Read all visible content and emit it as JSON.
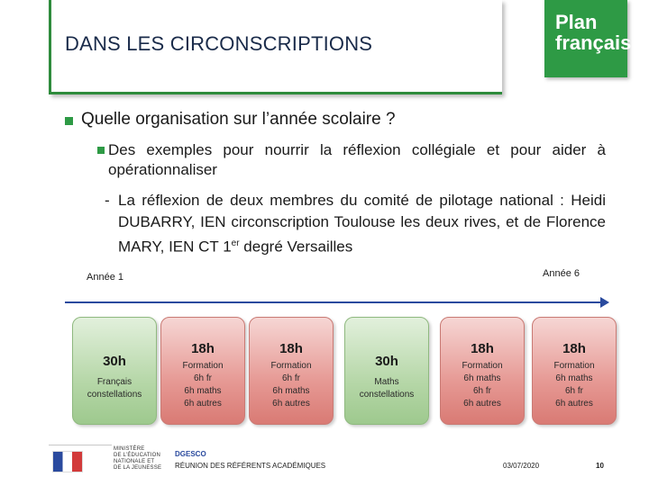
{
  "header": {
    "title": "DANS LES CIRCONSCRIPTIONS"
  },
  "logo": {
    "line1": "Plan",
    "line2": "français"
  },
  "bullets": {
    "level1": "Quelle organisation sur l’année scolaire ?",
    "level2": "Des exemples pour nourrir la réflexion collégiale et pour aider à opérationnaliser",
    "level3_text": "La réflexion de deux membres du comité de pilotage national : Heidi DUBARRY, IEN circonscription Toulouse les deux rives, et de Florence MARY, IEN CT 1",
    "level3_sup": "er",
    "level3_end": " degré Versailles"
  },
  "timeline": {
    "start_label": "Année 1",
    "end_label": "Année 6"
  },
  "cards": [
    {
      "hours": "30h",
      "lines": [
        "Français",
        "constellations"
      ],
      "color": "green"
    },
    {
      "hours": "18h",
      "lines": [
        "Formation",
        "6h fr",
        "6h maths",
        "6h autres"
      ],
      "color": "red"
    },
    {
      "hours": "18h",
      "lines": [
        "Formation",
        "6h fr",
        "6h maths",
        "6h autres"
      ],
      "color": "red"
    },
    {
      "hours": "30h",
      "lines": [
        "Maths",
        "constellations"
      ],
      "color": "green"
    },
    {
      "hours": "18h",
      "lines": [
        "Formation",
        "6h maths",
        "6h fr",
        "6h autres"
      ],
      "color": "red"
    },
    {
      "hours": "18h",
      "lines": [
        "Formation",
        "6h maths",
        "6h fr",
        "6h autres"
      ],
      "color": "red"
    }
  ],
  "footer": {
    "ministry_text": [
      "MINISTÈRE",
      "DE L’ÉDUCATION",
      "NATIONALE ET",
      "DE LA JEUNESSE"
    ],
    "dgesco": "DGESCO",
    "meeting": "RÉUNION DES RÉFÉRENTS ACADÉMIQUES",
    "date": "03/07/2020",
    "page": "10"
  },
  "colors": {
    "accent_green": "#2e9a45",
    "timeline_blue": "#2a4a9e",
    "card_green": "#b6d7a8",
    "card_red": "#e69994"
  }
}
